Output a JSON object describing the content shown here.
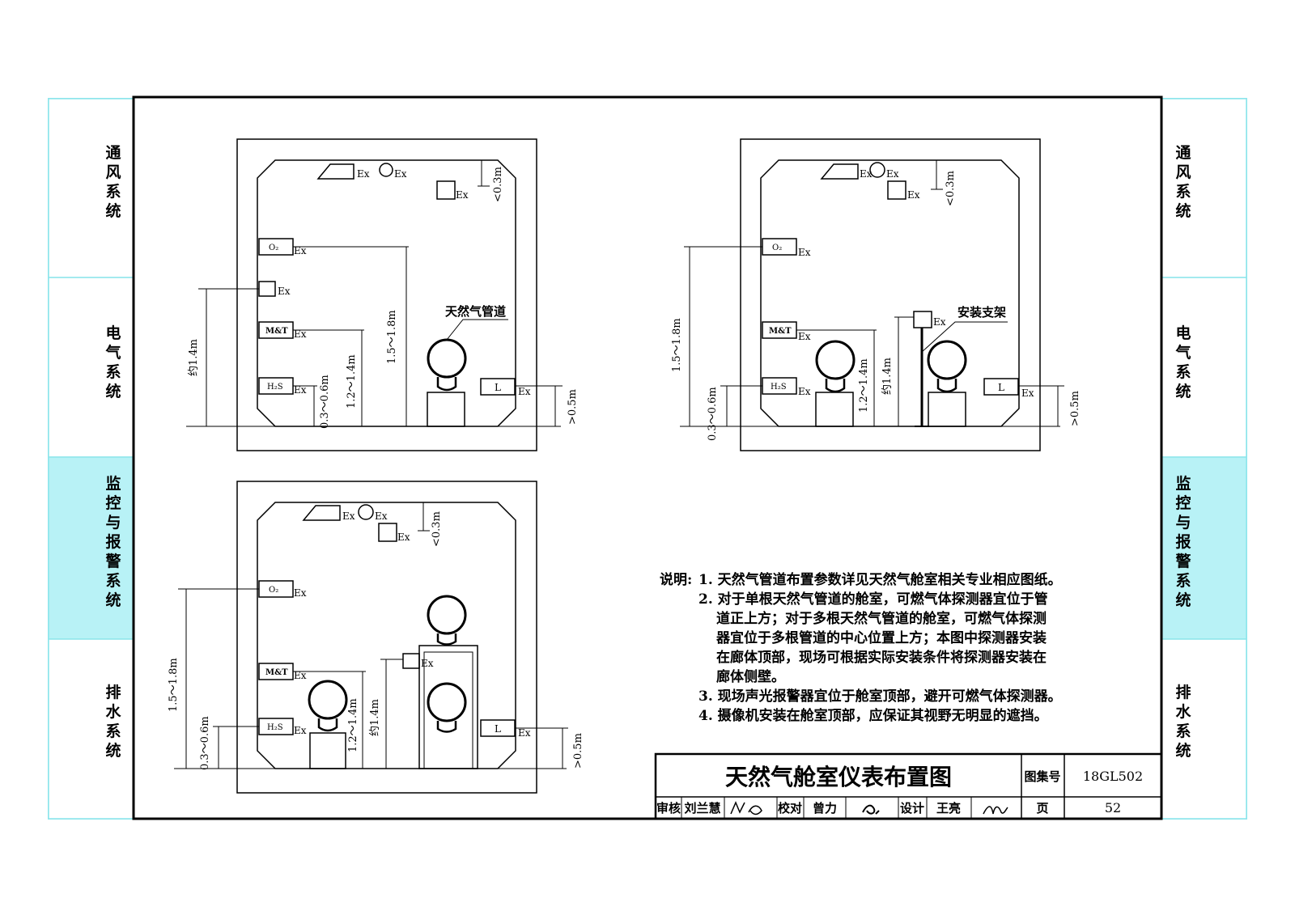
{
  "side_nav": [
    {
      "label": "通风系统",
      "active": false
    },
    {
      "label": "电气系统",
      "active": false
    },
    {
      "label": "监控与报警系统",
      "active": true
    },
    {
      "label": "排水系统",
      "active": false
    }
  ],
  "drawing": {
    "tags": {
      "ex": "Ex",
      "o2": "O₂",
      "mt": "M&T",
      "h2s": "H₂S",
      "l": "L"
    },
    "dims": {
      "top": "<0.3m",
      "approx14": "约1.4m",
      "r0306": "0.3～0.6m",
      "r1214": "1.2～1.4m",
      "r1518": "1.5～1.8m",
      "gt05": ">0.5m"
    },
    "callouts": {
      "pipe": "天然气管道",
      "bracket": "安装支架"
    }
  },
  "notes": {
    "heading": "说明:",
    "lines": [
      "1. 天然气管道布置参数详见天然气舱室相关专业相应图纸。",
      "2. 对于单根天然气管道的舱室，可燃气体探测器宜位于管",
      "道正上方；对于多根天然气管道的舱室，可燃气体探测",
      "器宜位于多根管道的中心位置上方；本图中探测器安装",
      "在廊体顶部，现场可根据实际安装条件将探测器安装在",
      "廊体侧壁。",
      "3. 现场声光报警器宜位于舱室顶部，避开可燃气体探测器。",
      "4. 摄像机安装在舱室顶部，应保证其视野无明显的遮挡。"
    ]
  },
  "title_block": {
    "title": "天然气舱室仪表布置图",
    "atlas_label": "图集号",
    "atlas_no": "18GL502",
    "review_label": "审核",
    "reviewer": "刘兰慧",
    "check_label": "校对",
    "checker": "曾力",
    "design_label": "设计",
    "designer": "王亮",
    "page_label": "页",
    "page_no": "52"
  },
  "colors": {
    "tab_active": "#b8f2f6",
    "tab_border": "#8fe6ec",
    "line": "#000000"
  }
}
